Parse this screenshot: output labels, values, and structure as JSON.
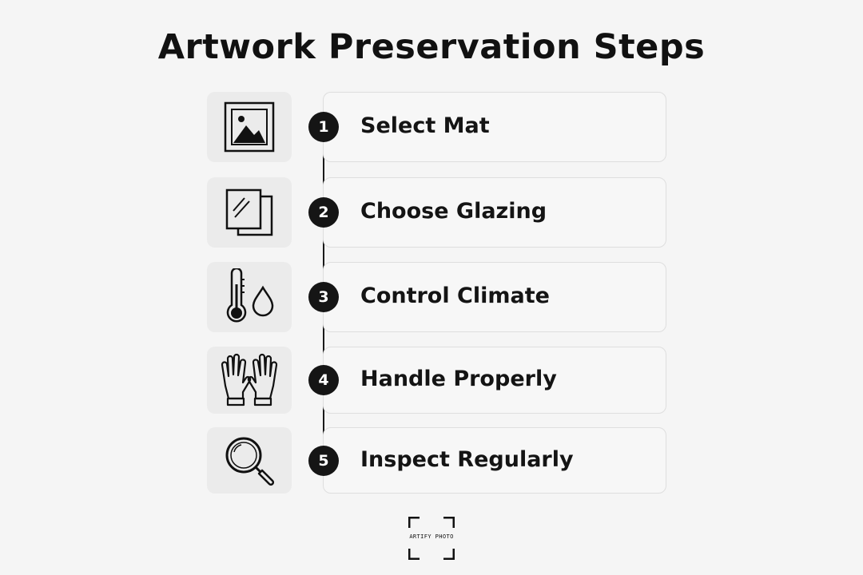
{
  "title": "Artwork Preservation Steps",
  "steps": [
    {
      "number": "1",
      "label": "Select Mat",
      "icon": "framed-picture-icon"
    },
    {
      "number": "2",
      "label": "Choose Glazing",
      "icon": "glass-panes-icon"
    },
    {
      "number": "3",
      "label": "Control Climate",
      "icon": "thermometer-droplet-icon"
    },
    {
      "number": "4",
      "label": "Handle Properly",
      "icon": "gloves-icon"
    },
    {
      "number": "5",
      "label": "Inspect Regularly",
      "icon": "magnifying-glass-icon"
    }
  ],
  "logo": {
    "text": "ARTIFY PHOTO"
  },
  "colors": {
    "background": "#f5f5f5",
    "badge": "#151515",
    "tile": "#ebebeb",
    "card_border": "#dedede"
  }
}
